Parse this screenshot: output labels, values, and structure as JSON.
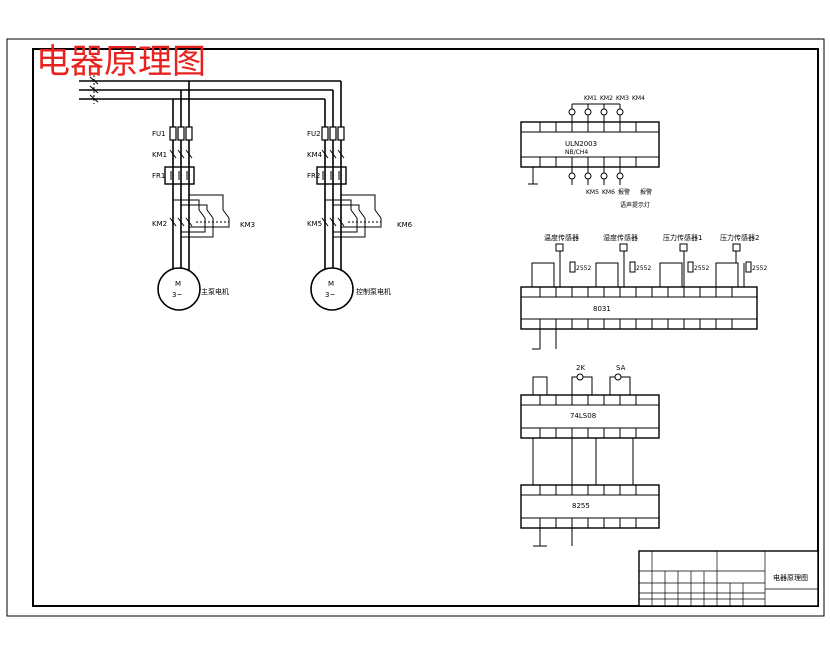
{
  "title": "电器原理图",
  "circuit1": {
    "fuse": "FU1",
    "contactor_top": "KM1",
    "thermal": "FR1",
    "contactor_a": "KM2",
    "contactor_b": "KM3",
    "motor_m": "M",
    "motor_phase": "3~",
    "motor_label": "主泵电机"
  },
  "circuit2": {
    "fuse": "FU2",
    "contactor_top": "KM4",
    "thermal": "FR2",
    "contactor_a": "KM5",
    "contactor_b": "KM6",
    "motor_m": "M",
    "motor_phase": "3~",
    "motor_label": "控制泵电机"
  },
  "chip1": {
    "name": "ULN2003",
    "sub": "NB/CH4",
    "outputs_top": [
      "KM1",
      "KM2",
      "KM3",
      "KM4"
    ],
    "outputs_bottom": [
      "KM5",
      "KM6",
      "报警",
      "报警"
    ],
    "note": "语声提示灯"
  },
  "sensors": {
    "labels": [
      "温度传感器",
      "湿度传感器",
      "压力传感器1",
      "压力传感器2"
    ],
    "amps": [
      "2552",
      "2552",
      "2552",
      "2552"
    ],
    "chip": "8031"
  },
  "switches": {
    "labels": [
      "2K",
      "SA"
    ],
    "chip": "74LS08"
  },
  "chip4": {
    "name": "8255"
  },
  "titleblock": {
    "drawing_title": "电器原理图"
  }
}
